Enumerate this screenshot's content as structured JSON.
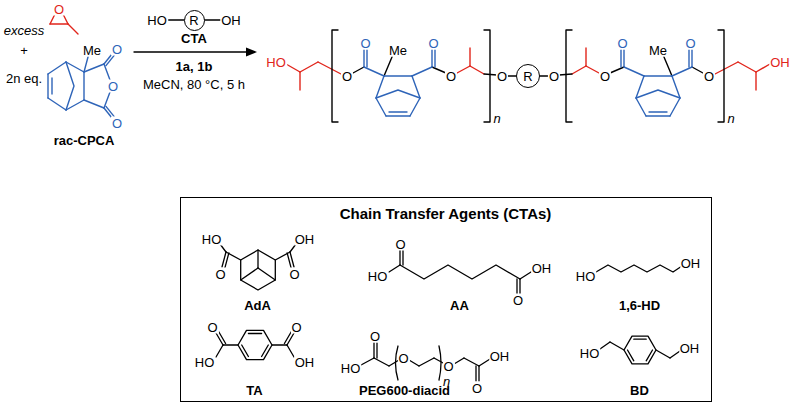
{
  "diagram": {
    "nodes": [
      {
        "text": [
          "R"
        ]
      },
      {
        "text": [
          "R"
        ]
      },
      {
        "text": [
          "Chain Transfer Agents (CTAs)",
          "HO",
          "O",
          "OH",
          "O",
          "AdA",
          "HO",
          "O",
          "O",
          "OH",
          "AA",
          "HO",
          "OH",
          "1,6-HD",
          "O",
          "HO",
          "O",
          "OH",
          "TA",
          "HO",
          "O",
          "O",
          "n",
          "O",
          "O",
          "OH",
          "PEG600-diacid",
          "HO",
          "OH",
          "BD"
        ]
      }
    ],
    "labels": [
      "O",
      "excess",
      "+",
      "Me",
      "O",
      "O",
      "O",
      "2n eq.",
      "rac-CPCA",
      "HO",
      "OH",
      "CTA",
      "1a, 1b",
      "MeCN, 80 °C, 5 h",
      "HO",
      "O",
      "O",
      "Me",
      "O",
      "O",
      "n",
      "O",
      "O",
      "O",
      "O",
      "Me",
      "O",
      "O",
      "n",
      "OH"
    ]
  }
}
